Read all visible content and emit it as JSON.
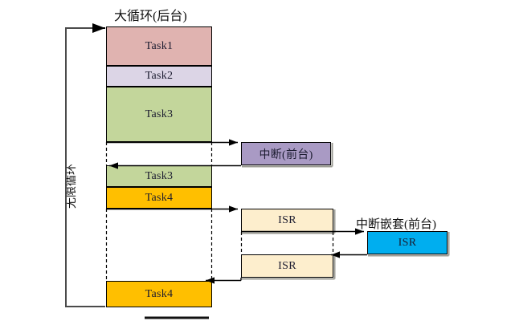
{
  "diagram": {
    "title_background": "大循环(后台)",
    "title_foreground": "中断(前台)",
    "title_nested": "中断嵌套(前台)",
    "loop_label": "无限循环",
    "bottom_caption": "",
    "colors": {
      "task1": "#e0b3b0",
      "task2": "#dcd5e6",
      "task3": "#c3d69b",
      "task4": "#ffbf00",
      "interrupt": "#a99ac4",
      "isr": "#fdeecd",
      "isr_nested": "#00aeef",
      "stroke": "#000000",
      "dashed": "#000000",
      "shadow": "#9b9b93"
    },
    "background_column": {
      "blocks": [
        {
          "label": "Task1",
          "color_key": "task1"
        },
        {
          "label": "Task2",
          "color_key": "task2"
        },
        {
          "label": "Task3",
          "color_key": "task3"
        },
        {
          "label": "Task3",
          "color_key": "task3"
        },
        {
          "label": "Task4",
          "color_key": "task4"
        },
        {
          "label": "Task4",
          "color_key": "task4"
        }
      ]
    },
    "foreground_column": {
      "blocks": [
        {
          "label": "中断(前台)",
          "color_key": "interrupt"
        },
        {
          "label": "ISR",
          "color_key": "isr"
        },
        {
          "label": "ISR",
          "color_key": "isr"
        }
      ]
    },
    "nested_column": {
      "blocks": [
        {
          "label": "ISR",
          "color_key": "isr_nested"
        }
      ]
    }
  }
}
